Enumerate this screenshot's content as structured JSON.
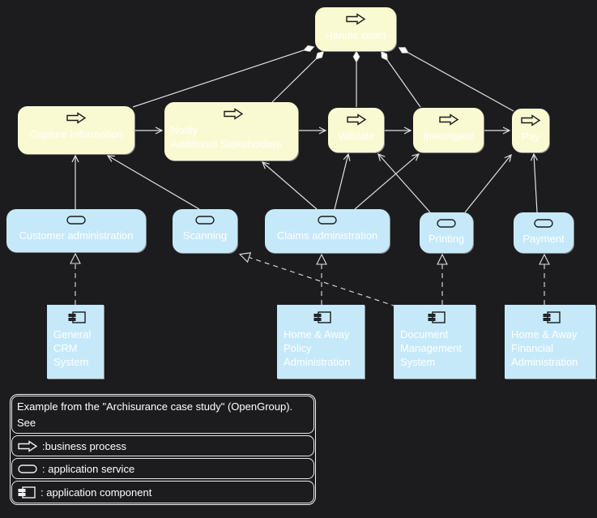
{
  "diagram": {
    "processes": [
      {
        "id": "handle-claim",
        "label": "Handle claim"
      },
      {
        "id": "capture-information",
        "label": "Capture Information"
      },
      {
        "id": "notify-additional-stakeholders",
        "label": "Notify\nAdditional Stakeholders"
      },
      {
        "id": "validate",
        "label": "Validate"
      },
      {
        "id": "investigate",
        "label": "Investigate"
      },
      {
        "id": "pay",
        "label": "Pay"
      }
    ],
    "services": [
      {
        "id": "customer-administration",
        "label": "Customer administration"
      },
      {
        "id": "scanning",
        "label": "Scanning"
      },
      {
        "id": "claims-administration",
        "label": "Claims administration"
      },
      {
        "id": "printing",
        "label": "Printing"
      },
      {
        "id": "payment",
        "label": "Payment"
      }
    ],
    "components": [
      {
        "id": "general-crm-system",
        "label": "General\nCRM\nSystem"
      },
      {
        "id": "home-away-policy-administration",
        "label": "Home & Away\nPolicy\nAdministration"
      },
      {
        "id": "document-management-system",
        "label": "Document\nManagement\nSystem"
      },
      {
        "id": "home-away-financial-administration",
        "label": "Home & Away\nFinancial\nAdministration"
      }
    ]
  },
  "legend": {
    "note": "Example from the \"Archisurance case study\" (OpenGroup).\nSee",
    "items": [
      {
        "icon": "business-process-icon",
        "label": ":business process"
      },
      {
        "icon": "application-service-icon",
        "label": ": application service"
      },
      {
        "icon": "application-component-icon",
        "label": ": application component"
      }
    ]
  },
  "colors": {
    "background": "#1c1c1e",
    "process_fill": "#fafad2",
    "service_fill": "#c6e9fa",
    "component_fill": "#c6e9fa",
    "connector": "#e0e0e0",
    "text": "#ffffff",
    "icon_stroke": "#1a1a1a"
  }
}
